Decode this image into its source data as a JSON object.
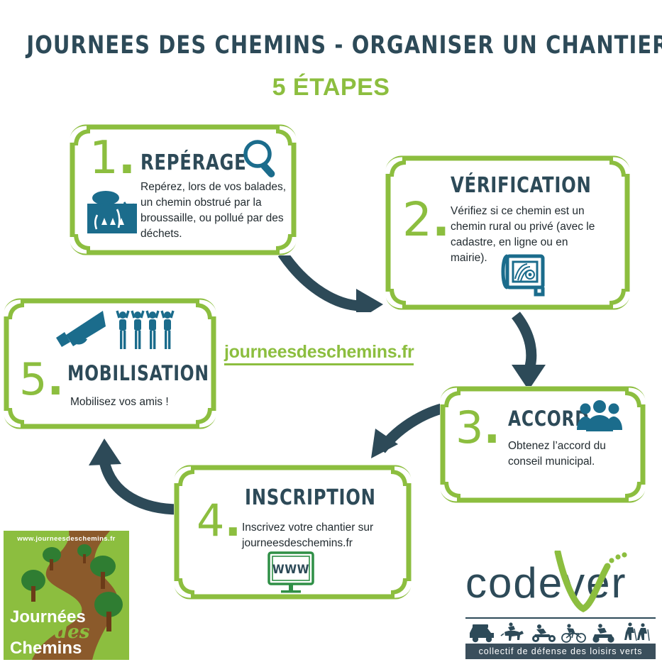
{
  "header": {
    "title": "JOURNEES DES CHEMINS - ORGANISER UN CHANTIER",
    "subtitle": "5 ÉTAPES"
  },
  "colors": {
    "green": "#8CBE3F",
    "slate": "#2D4A58",
    "teal": "#1B6C8C",
    "band": "#3B4F5C",
    "brown": "#8B5A2B"
  },
  "center_link": {
    "label": "journeesdeschemins.fr"
  },
  "steps": [
    {
      "number": "1",
      "dot": ".",
      "heading": "REPÉRAGE",
      "body": "Repérez, lors de vos balades, un chemin obstrué par la broussaille, ou pollué par des déchets.",
      "icons": [
        "magnifier-icon",
        "tree-bush-icon"
      ]
    },
    {
      "number": "2",
      "dot": ".",
      "heading": "VÉRIFICATION",
      "body": "Vérifiez si ce chemin est un chemin rural ou privé (avec le cadastre, en ligne ou en mairie).",
      "icons": [
        "cadastre-map-icon"
      ]
    },
    {
      "number": "3",
      "dot": ".",
      "heading": "ACCORD",
      "body": "Obtenez l’accord du conseil municipal.",
      "icons": [
        "council-people-icon"
      ]
    },
    {
      "number": "4",
      "dot": ".",
      "heading": "INSCRIPTION",
      "body": "Inscrivez votre chantier sur journeesdeschemins.fr",
      "icons": [
        "monitor-www-icon"
      ],
      "monitor_label": "WWW"
    },
    {
      "number": "5",
      "dot": ".",
      "heading": "MOBILISATION",
      "body": "Mobilisez vos amis !",
      "icons": [
        "megaphone-icon",
        "crowd-icon"
      ]
    }
  ],
  "arrows": [
    {
      "name": "arrow-step1-to-step2"
    },
    {
      "name": "arrow-step2-to-step3"
    },
    {
      "name": "arrow-step3-to-step4"
    },
    {
      "name": "arrow-step4-to-step5"
    }
  ],
  "logo_journees": {
    "url": "www.journeesdeschemins.fr",
    "line1": "Journées",
    "word_des": "des",
    "line2": "Chemins"
  },
  "logo_codever": {
    "word": "codever",
    "tagline": "collectif de défense des loisirs verts",
    "activities": [
      "4x4-icon",
      "horse-rider-icon",
      "motorbike-icon",
      "bicycle-icon",
      "quad-icon",
      "hikers-icon"
    ]
  }
}
